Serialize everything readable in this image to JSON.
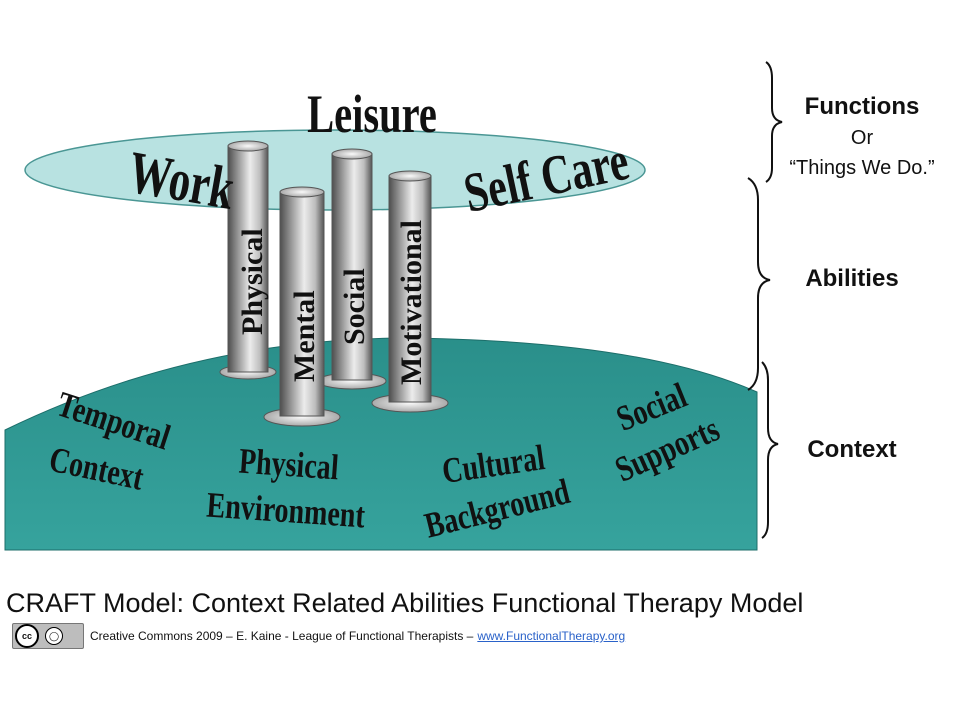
{
  "diagram": {
    "top_label": "Leisure",
    "disc_labels": {
      "work": "Work",
      "self_care": "Self Care"
    },
    "pillars": [
      "Physical",
      "Mental",
      "Social",
      "Motivational"
    ],
    "context_labels": {
      "temporal_1": "Temporal",
      "temporal_2": "Context",
      "physical_1": "Physical",
      "physical_2": "Environment",
      "cultural_1": "Cultural",
      "cultural_2": "Background",
      "social_1": "Social",
      "social_2": "Supports"
    },
    "braces": {
      "functions": {
        "line1": "Functions",
        "line2": "Or",
        "line3": "“Things We Do.”"
      },
      "abilities": "Abilities",
      "context": "Context"
    },
    "colors": {
      "disc": "#a9dede",
      "base": "#2f9a95",
      "pillar_dark": "#555555",
      "pillar_light": "#e8e8e8"
    }
  },
  "caption": {
    "title": "CRAFT Model: Context Related Abilities Functional Therapy Model",
    "license_badge": "cc",
    "license_text": "Creative Commons 2009 – E. Kaine - League of Functional Therapists –",
    "link": "www.FunctionalTherapy.org"
  }
}
